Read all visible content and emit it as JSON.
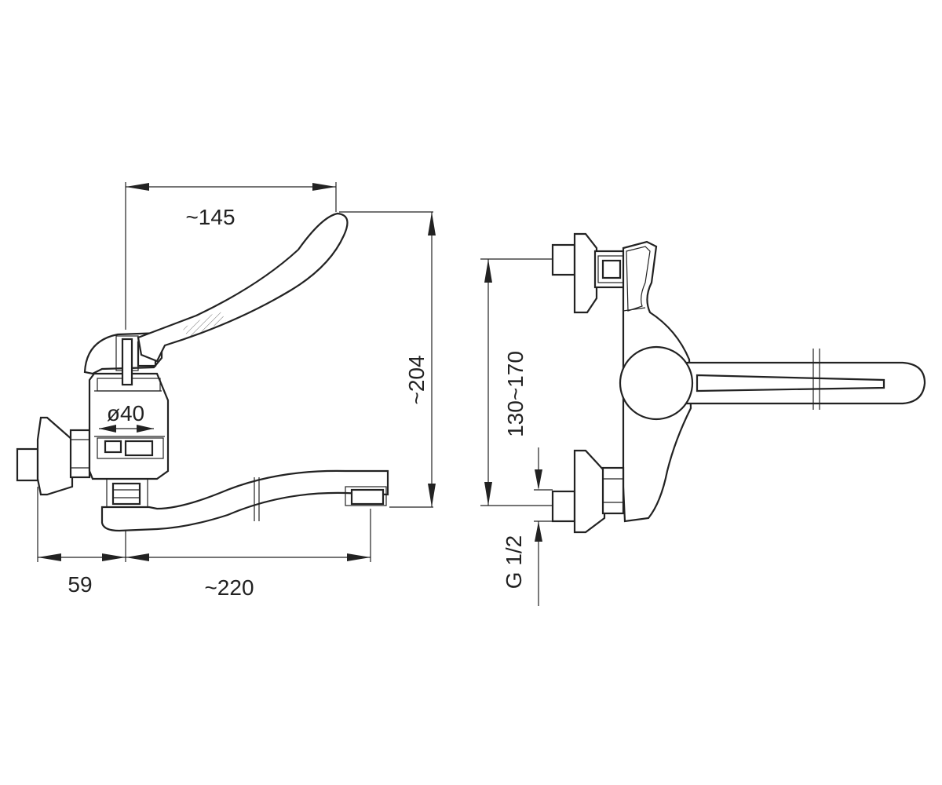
{
  "dimensions": {
    "lever_reach": "~145",
    "total_height": "~204",
    "cartridge_diameter": "ø40",
    "wall_projection": "59",
    "spout_length": "~220",
    "inlet_spacing": "130~170",
    "thread_size": "G 1/2"
  }
}
